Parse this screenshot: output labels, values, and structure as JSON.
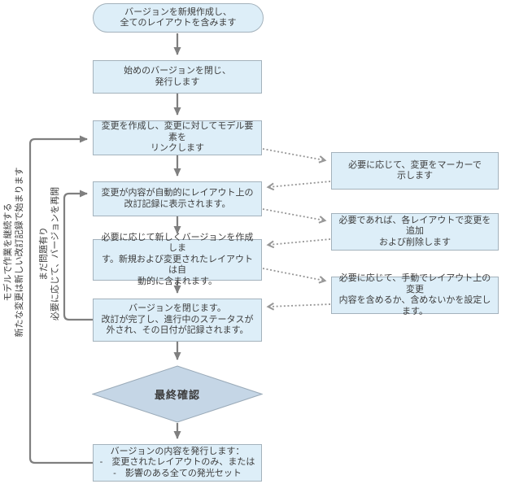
{
  "colors": {
    "node_fill": "#ddeef8",
    "node_border": "#a4b2bc",
    "decision_fill": "#c5d6e6",
    "decision_border": "#9aaab8",
    "arrow": "#7f7f7f",
    "dashed": "#979797",
    "text": "#3d3d3d",
    "background": "#ffffff"
  },
  "nodes": {
    "start": {
      "label": "バージョンを新規作成し、\n全てのレイアウトを含みます"
    },
    "close_first": {
      "label": "始めのバージョンを閉じ、\n発行します"
    },
    "create_change": {
      "label": "変更を作成し、変更に対してモデル要素を\nリンクします"
    },
    "auto_display": {
      "label": "変更が内容が自動的にレイアウト上の\n改訂記録に表示されます。"
    },
    "new_version": {
      "label": "必要に応じて新しくバージョンを作成しま\nす。新規および変更されたレイアウトは自\n動的に含まれます。"
    },
    "close_version": {
      "label": "バージョンを閉じます。\n改訂が完了し、進行中のステータスが\n外され、その日付が記録されます。"
    },
    "final_check": {
      "label": "最終確認"
    },
    "publish": {
      "label": "バージョンの内容を発行します：\n-　変更されたレイアウトのみ、または\n-　影響のある全ての発光セット"
    }
  },
  "side_nodes": {
    "marker": {
      "label": "必要に応じて、変更をマーカーで\n示します"
    },
    "add_remove": {
      "label": "必要であれば、各レイアウトで変更を追加\nおよび削除します"
    },
    "manual_include": {
      "label": "必要に応じて、手動でレイアウト上の変更\n内容を含めるか、含めないかを設定します。"
    }
  },
  "loop_labels": {
    "outer": {
      "label": "モデルで作業を継続する\n新たな変更は新しい改訂記録で始まります"
    },
    "inner": {
      "label": "まだ問題有り\n必要に応じて、バージョンを再開"
    }
  }
}
